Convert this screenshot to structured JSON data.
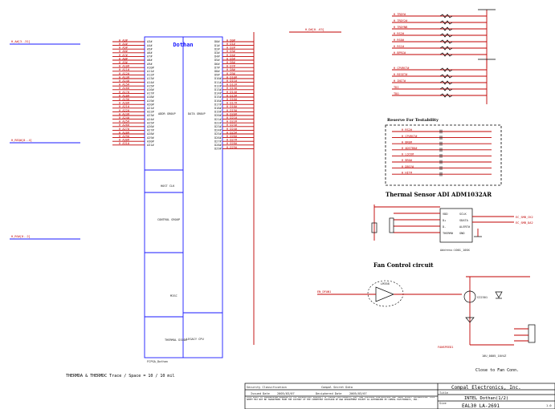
{
  "chip": {
    "name": "Dothan",
    "group_addr": "ADDR GROUP",
    "group_data": "DATA GROUP",
    "group_host_clk": "HOST CLK",
    "group_control": "CONTROL GROUP",
    "group_misc": "MISC",
    "group_therm": "THERMAL\nDIODE",
    "group_legacy": "LEGACY CPU",
    "part_label": "FCPGA_Dothan"
  },
  "left_nets": [
    {
      "label": "H_A#[3..31]"
    },
    {
      "label": "H_REQ#[0..4]"
    },
    {
      "label": "H_RS#[0..2]"
    }
  ],
  "left_pins": [
    "A3#",
    "A4#",
    "A5#",
    "A6#",
    "A7#",
    "A8#",
    "A9#",
    "A10#",
    "A11#",
    "A12#",
    "A13#",
    "A14#",
    "A15#",
    "A16#",
    "A17#",
    "A18#",
    "A19#",
    "A20#",
    "A21#",
    "A22#",
    "A23#",
    "A24#",
    "A25#",
    "A26#",
    "A27#",
    "A28#",
    "A29#",
    "A30#",
    "A31#"
  ],
  "right_pins": [
    "D0#",
    "D1#",
    "D2#",
    "D3#",
    "D4#",
    "D5#",
    "D6#",
    "D7#",
    "D8#",
    "D9#",
    "D10#",
    "D11#",
    "D12#",
    "D13#",
    "D14#",
    "D15#",
    "D16#",
    "D17#",
    "D18#",
    "D19#",
    "D20#",
    "D21#",
    "D22#",
    "D23#",
    "D24#",
    "D25#",
    "D26#",
    "D27#",
    "D28#",
    "D29#"
  ],
  "top_net": "H_D#[0..63]",
  "thermal_note": "THERMDA & THERMDC Trace / Space = 10 / 10 mil",
  "titles": {
    "reserve": "Reserve For Testability",
    "thermal_sensor": "Thermal Sensor ADI ADM1032AR",
    "fan_control": "Fan Control circuit",
    "close_to_fan": "Close to Fan Conn."
  },
  "top_resistors": [
    "H_TRDY#",
    "H_TRDY2#",
    "H_TRDYNB",
    "H_RS2#",
    "H_RS0#",
    "H_RS1#",
    "H_BPRI#"
  ],
  "mid_resistors": [
    "H_CPURST#",
    "H_RESET#",
    "H_INIT#",
    "TDI",
    "TDO"
  ],
  "reserve_rows": [
    "H_RS2#",
    "H_CPURST#",
    "H_BR0#",
    "H_ADSTB0#",
    "H_LOCK#",
    "H_BR0#",
    "H_DBSY#",
    "H_HIT#"
  ],
  "sensor": {
    "pins_left": [
      "VDD",
      "D+",
      "D-",
      "THERM#"
    ],
    "pins_right": [
      "SCLK",
      "SDATA",
      "ALERT#",
      "GND"
    ],
    "address": "Address:1001_100X",
    "nets": [
      "EC_SMB_CK2",
      "EC_SMB_DA2"
    ]
  },
  "fan": {
    "opamp": "LM358",
    "transistor": "SI2301",
    "input": "EN_DFAN1",
    "output": "FANSPEED1",
    "cap": "10U_0805_10V4Z"
  },
  "title_block": {
    "sec_class": "Security Classification",
    "secret": "Compal Secret Data",
    "company": "Compal Electronics, Inc.",
    "issued_date_label": "Issued Date",
    "issued_date": "2005/03/07",
    "deciphered_label": "Deciphered Date",
    "deciphered_date": "2005/03/07",
    "title_label": "Title",
    "title": "INTEL Dothan(1/2)",
    "size_label": "Size",
    "doc_label": "Document Number",
    "doc": "EAL30 LA-2691",
    "rev_label": "Rev",
    "rev": "1.0",
    "disclaimer": "THIS SHEET OF ENGINEERING DRAWING IS THE PROPRIETARY PROPERTY OF COMPAL ELECTRONICS, INC. AND CONTAINS CONFIDENTIAL AND TRADE SECRET INFORMATION. THIS SHEET MAY NOT BE TRANSFERED FROM THE CUSTODY OF THE COMPETENT DIVISION OF R&D DEPARTMENT EXCEPT AS AUTHORIZED BY COMPAL ELECTRONICS, INC."
  },
  "colors": {
    "wire": "#c00000",
    "chip": "#1a1aff",
    "ink": "#000000"
  }
}
